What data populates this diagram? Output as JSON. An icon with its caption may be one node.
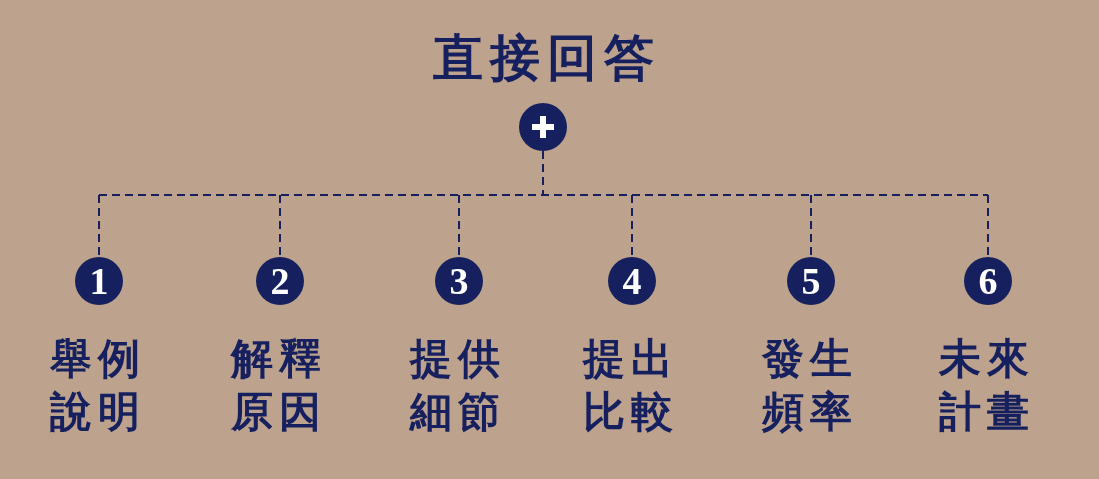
{
  "diagram": {
    "title": "直接回答",
    "nodes": [
      {
        "text": [],
        "shape": "circle"
      },
      {
        "text": [
          "1"
        ],
        "beside": [
          "舉例說明"
        ]
      },
      {
        "text": [
          "2"
        ],
        "beside": [
          "解釋原因"
        ]
      },
      {
        "text": [
          "3"
        ],
        "beside": [
          "提供細節"
        ]
      },
      {
        "text": [
          "4"
        ],
        "beside": [
          "提出比較"
        ]
      },
      {
        "text": [
          "5"
        ],
        "beside": [
          "發生頻率"
        ]
      },
      {
        "text": [
          "6"
        ],
        "beside": [
          "未來計畫"
        ]
      }
    ],
    "edges": [
      {
        "from": 0,
        "to": 1,
        "arrow": "none",
        "style": "dashed"
      },
      {
        "from": 0,
        "to": 2,
        "arrow": "none",
        "style": "dashed"
      },
      {
        "from": 0,
        "to": 3,
        "arrow": "none",
        "style": "dashed"
      },
      {
        "from": 0,
        "to": 4,
        "arrow": "none",
        "style": "dashed"
      },
      {
        "from": 0,
        "to": 5,
        "arrow": "none",
        "style": "dashed"
      },
      {
        "from": 0,
        "to": 6,
        "arrow": "none",
        "style": "dashed"
      }
    ]
  }
}
